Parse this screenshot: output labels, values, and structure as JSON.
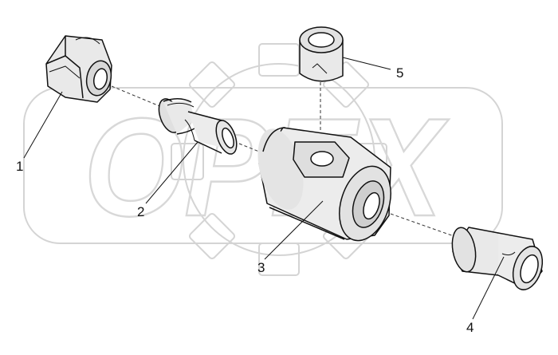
{
  "watermark": {
    "text": "OPEX"
  },
  "callouts": [
    {
      "id": "1",
      "label": "1"
    },
    {
      "id": "2",
      "label": "2"
    },
    {
      "id": "3",
      "label": "3"
    },
    {
      "id": "4",
      "label": "4"
    },
    {
      "id": "5",
      "label": "5"
    }
  ],
  "colors": {
    "line": "#111111",
    "part_fill": "#e9e9e9",
    "part_shade": "#cfcfcf",
    "watermark": "#dcdcdc"
  }
}
